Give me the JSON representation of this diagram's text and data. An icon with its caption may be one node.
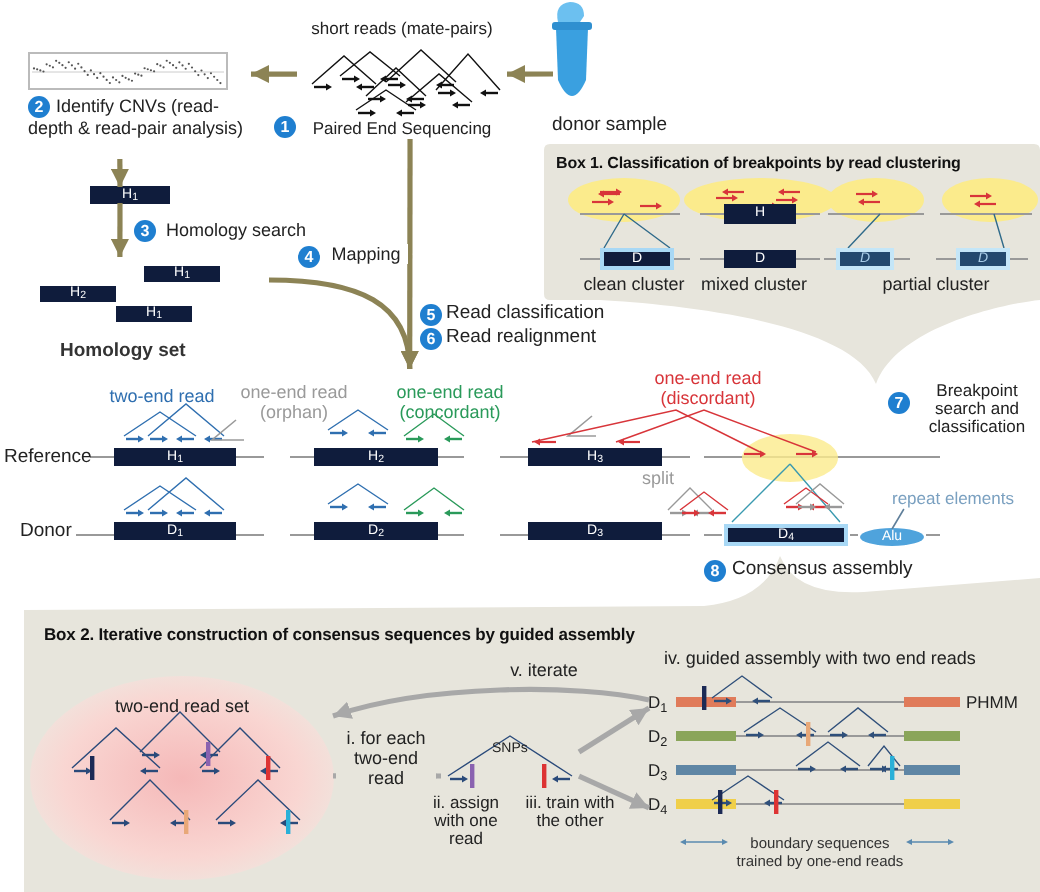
{
  "diagram": {
    "nodes": [
      {
        "text": [
          "donor sample"
        ]
      },
      {
        "text": [
          "short reads (mate-pairs)",
          "Paired End Sequencing"
        ]
      },
      {
        "text": [
          "Identify CNVs (read-depth & read-pair analysis)"
        ]
      },
      {
        "text": [
          "H$_{1}$"
        ]
      },
      {
        "text": [
          "Homology set"
        ]
      },
      {
        "text": [
          "H$_{1}$"
        ],
        "in": 4
      },
      {
        "text": [
          "H$_{2}$"
        ],
        "in": 4
      },
      {
        "text": [
          "H$_{1}$"
        ],
        "in": 4
      },
      {
        "text": [
          "Reference",
          "Donor"
        ]
      },
      {
        "text": [
          "H$_{1}$"
        ],
        "in": 8
      },
      {
        "text": [
          "H$_{2}$"
        ],
        "in": 8
      },
      {
        "text": [
          "H$_{3}$"
        ],
        "in": 8
      },
      {
        "text": [
          "D$_{1}$"
        ],
        "in": 8
      },
      {
        "text": [
          "D$_{2}$"
        ],
        "in": 8
      },
      {
        "text": [
          "D$_{3}$"
        ],
        "in": 8
      },
      {
        "text": [
          "D$_{4}$"
        ],
        "in": 8
      },
      {
        "text": [
          "Alu"
        ],
        "in": 8
      },
      {
        "text": [
          "repeat elements"
        ]
      },
      {
        "text": [
          "Box 1. Classification of breakpoints by read clustering"
        ]
      },
      {
        "text": [
          "H"
        ],
        "in": 18
      },
      {
        "text": [
          "D"
        ],
        "in": 18
      },
      {
        "text": [
          "D"
        ],
        "in": 18
      },
      {
        "text": [
          "D"
        ],
        "in": 18
      },
      {
        "text": [
          "D"
        ],
        "in": 18
      },
      {
        "text": [
          "Box 2. Iterative construction of consensus sequences by guided assembly"
        ]
      },
      {
        "text": [
          "two-end read set"
        ],
        "in": 24
      },
      {
        "text": [
          "SNPs"
        ],
        "in": 24
      },
      {
        "text": [
          "iv. guided assembly with two end reads",
          "D$_{1}$",
          "PHMM",
          "D$_{2}$",
          "D$_{3}$",
          "D$_{4}$",
          "boundary sequences trained by one-end reads"
        ],
        "in": 24
      }
    ],
    "edges": [
      {
        "from": 0,
        "to": 1,
        "arrow": "to"
      },
      {
        "from": 1,
        "to": 2,
        "arrow": "to"
      },
      {
        "from": 2,
        "to": 3,
        "arrow": "to"
      },
      {
        "from": 3,
        "to": 4,
        "arrow": "to",
        "label": "Homology search"
      },
      {
        "from": 4,
        "to": 8,
        "arrow": "to",
        "label": "Mapping"
      },
      {
        "from": 1,
        "to": 8,
        "arrow": "to"
      },
      {
        "from": 17,
        "to": 16,
        "arrow": "none",
        "color": "#5f7f9a"
      },
      {
        "from": 25,
        "to": 26,
        "arrow": "to",
        "label": "i. for each two-end read",
        "color": "#a8a8a8"
      },
      {
        "from": 26,
        "to": 27,
        "arrow": "to",
        "color": "#a8a8a8"
      },
      {
        "from": 26,
        "to": 27,
        "arrow": "to",
        "color": "#a8a8a8"
      },
      {
        "from": 27,
        "to": 25,
        "arrow": "to",
        "label": "v. iterate",
        "color": "#a8a8a8"
      }
    ],
    "labels": [
      "1",
      "2",
      "3",
      "4",
      "5",
      "Read classification",
      "6",
      "Read realignment",
      "two-end read",
      "one-end read (orphan)",
      "one-end read (concordant)",
      "one-end read (discordant)",
      "clean cluster",
      "mixed cluster",
      "partial cluster",
      "7",
      "Breakpoint search and classification",
      "split",
      "8",
      "Consensus assembly",
      "ii. assign with one read",
      "iii. train with the other"
    ]
  }
}
